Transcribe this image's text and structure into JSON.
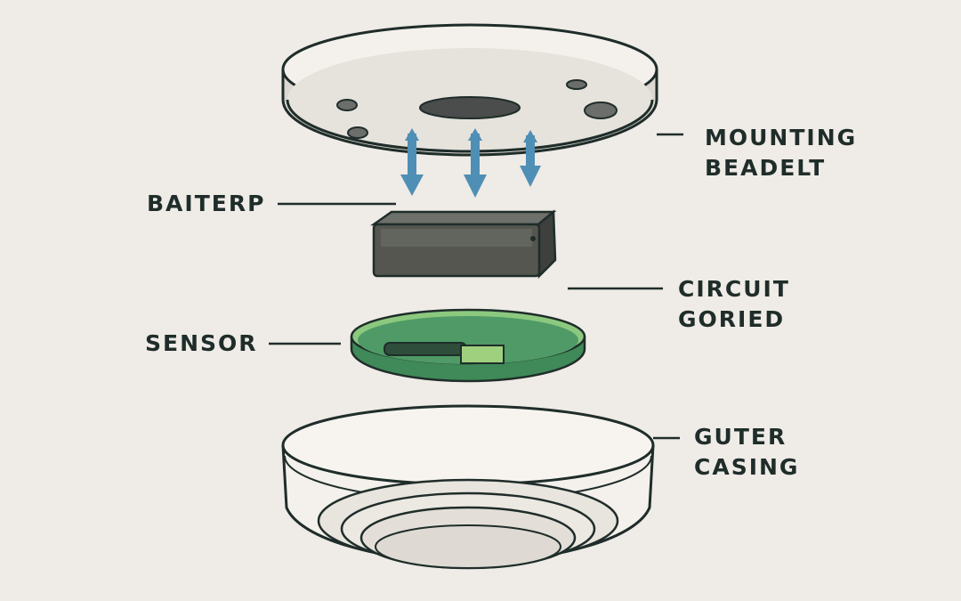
{
  "labels": {
    "mounting": {
      "line1": "MOUNTING",
      "line2": "BEADELT"
    },
    "battery": {
      "line1": "BAITERP"
    },
    "circuit": {
      "line1": "CIRCUIT",
      "line2": "GORIED"
    },
    "sensor": {
      "line1": "SENSOR"
    },
    "casing": {
      "line1": "GUTER",
      "line2": "CASING"
    }
  },
  "colors": {
    "background": "#efebe6",
    "outline": "#1f2d2a",
    "housing": "#f4f1ec",
    "housing_shade": "#dcd8d1",
    "battery": "#4f514d",
    "board": "#4f9a66",
    "board_edge": "#7fbf7a",
    "arrow": "#4f8fb5"
  },
  "icons": [
    "down-arrow-icon"
  ]
}
